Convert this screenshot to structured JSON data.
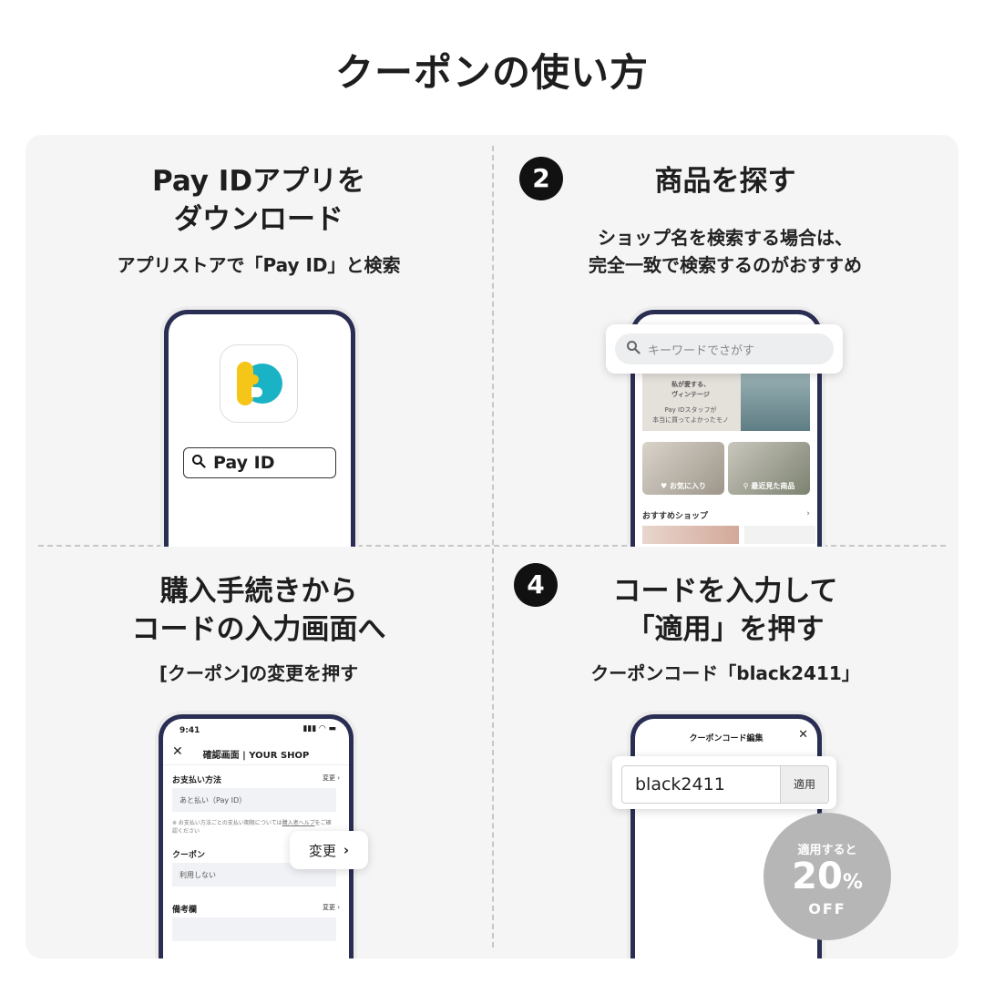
{
  "title": "クーポンの使い方",
  "steps": [
    {
      "heading_line1": "Pay IDアプリを",
      "heading_line2": "ダウンロード",
      "sub": "アプリストアで「Pay ID」と検索",
      "search_text": "Pay ID"
    },
    {
      "number": "2",
      "heading": "商品を探す",
      "sub_line1": "ショップ名を検索する場合は、",
      "sub_line2": "完全一致で検索するのがおすすめ",
      "search_placeholder": "キーワードでさがす",
      "banner_text": [
        "私が愛する、",
        "ヴィンテージ",
        "Pay IDスタッフが",
        "本当に買ってよかったモノ"
      ],
      "tiles": [
        "お気に入り",
        "最近見た商品"
      ],
      "section_label": "おすすめショップ"
    },
    {
      "heading_line1": "購入手続きから",
      "heading_line2": "コードの入力画面へ",
      "sub": "[クーポン]の変更を押す",
      "status_time": "9:41",
      "nav_title": "確認画面 | YOUR SHOP",
      "payment_label": "お支払い方法",
      "payment_value": "あと払い（Pay ID）",
      "change_small": "変更",
      "note_prefix": "※ お支払い方法ごとの支払い期限については",
      "note_link": "購入者ヘルプ",
      "note_suffix": "をご確認ください",
      "coupon_label": "クーポン",
      "coupon_value": "利用しない",
      "remarks_label": "備考欄",
      "change_button": "変更"
    },
    {
      "number": "4",
      "heading_line1": "コードを入力して",
      "heading_line2": "「適用」を押す",
      "sub": "クーポンコード「black2411」",
      "screen_title": "クーポンコード編集",
      "coupon_code": "black2411",
      "apply_label": "適用",
      "badge_top": "適用すると",
      "badge_number": "20",
      "badge_percent": "%",
      "badge_off": "OFF"
    }
  ],
  "colors": {
    "panel": "#f5f5f5",
    "phone_frame": "#2a2e52",
    "logo_yellow": "#f5c518",
    "logo_teal": "#1ab3c5",
    "badge": "#b6b6b6"
  }
}
